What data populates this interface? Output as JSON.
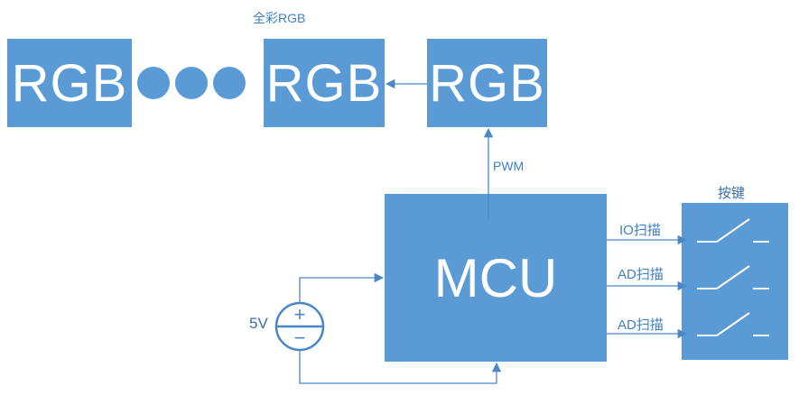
{
  "diagram": {
    "rgb_chain": {
      "title": "全彩RGB",
      "boxes": [
        "RGB",
        "RGB",
        "RGB"
      ],
      "ellipsis_dots": 3
    },
    "mcu_label": "MCU",
    "pwm_label": "PWM",
    "power": {
      "label": "5V",
      "plus": "+",
      "minus": "−"
    },
    "buttons": {
      "title": "按键",
      "signals": [
        "IO扫描",
        "AD扫描",
        "AD扫描"
      ],
      "switch_count": 3
    },
    "colors": {
      "box_fill": "#5b9bd5",
      "line": "#4a86c8",
      "text": "#ffffff"
    }
  }
}
